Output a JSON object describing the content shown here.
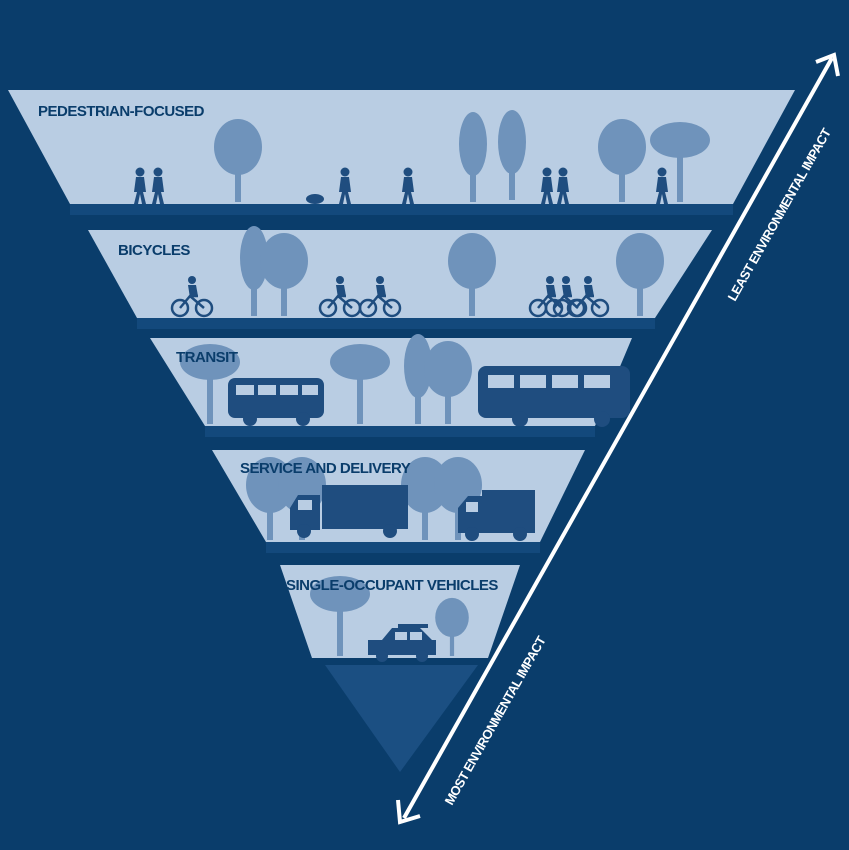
{
  "tiers": [
    {
      "label": "PEDESTRIAN-FOCUSED"
    },
    {
      "label": "BICYCLES"
    },
    {
      "label": "TRANSIT"
    },
    {
      "label": "SERVICE AND DELIVERY"
    },
    {
      "label": "SINGLE-OCCUPANT VEHICLES"
    }
  ],
  "axis": {
    "top_label": "LEAST ENVIRONMENTAL IMPACT",
    "bottom_label": "MOST ENVIRONMENTAL IMPACT"
  },
  "colors": {
    "background": "#0a3d6b",
    "tier_fill": "#b9cde3",
    "tree": "#6f93bb",
    "vehicle": "#1f4d7f",
    "road": "#13497c",
    "arrow": "#ffffff"
  }
}
